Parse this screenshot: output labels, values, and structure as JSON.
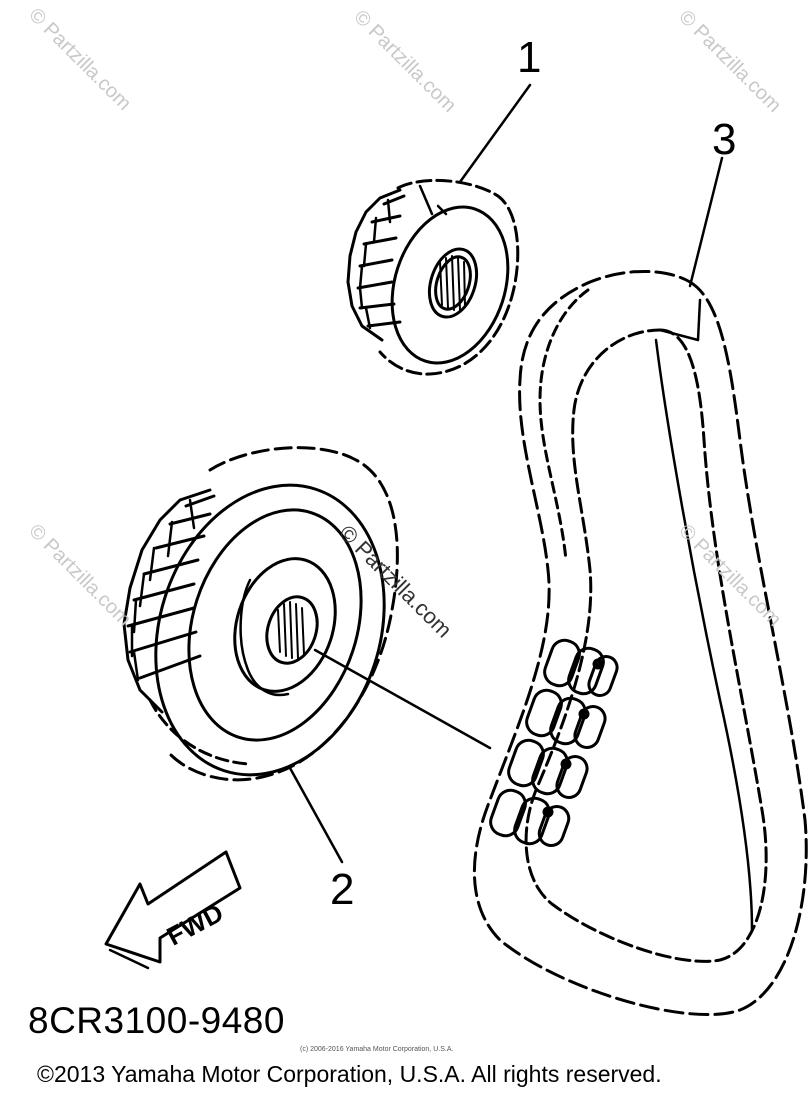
{
  "callouts": {
    "one": "1",
    "two": "2",
    "three": "3"
  },
  "arrow": {
    "label": "FWD"
  },
  "footer": {
    "part_code": "8CR3100-9480",
    "copyright": "©2013 Yamaha Motor Corporation, U.S.A. All rights reserved.",
    "small_copyright": "(c) 2006-2016 Yamaha Motor Corporation, U.S.A."
  },
  "watermark": {
    "text": "© Partzilla.com"
  },
  "icons": [
    "sprocket-small-icon",
    "sprocket-large-icon",
    "chain-icon",
    "fwd-arrow-icon"
  ]
}
